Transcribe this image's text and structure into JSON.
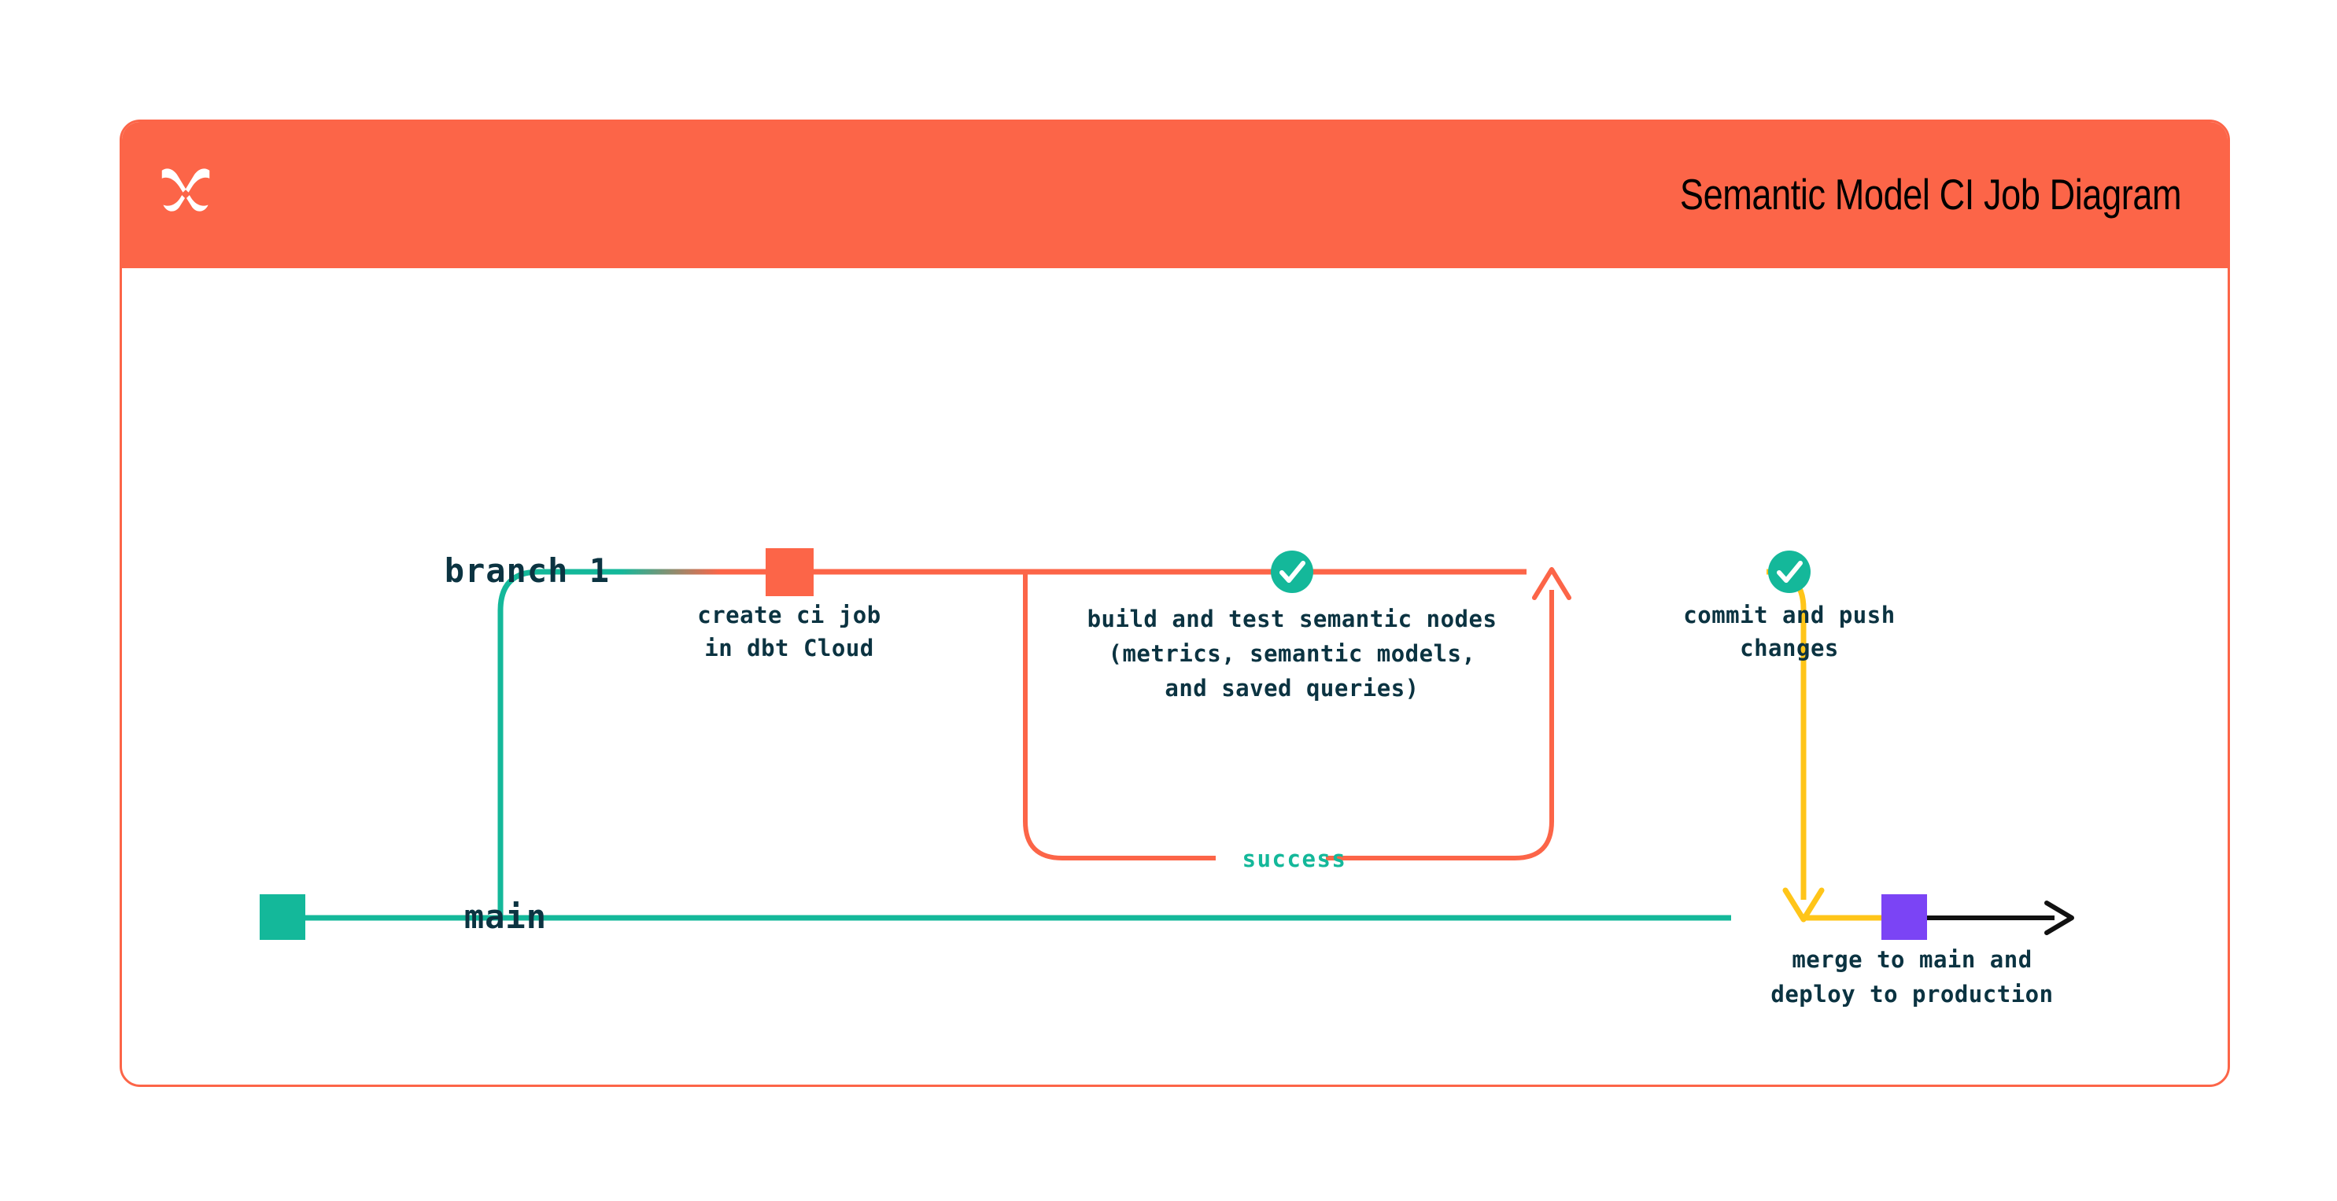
{
  "header": {
    "logo_icon": "dbt-x-logo-icon",
    "title": "Semantic Model CI Job Diagram",
    "background_color": "#FC6548",
    "title_color": "#000000"
  },
  "card": {
    "border_color": "#FC6548",
    "background_color": "#FFFFFF"
  },
  "diagram": {
    "type": "git-branch-flow",
    "lanes": [
      {
        "id": "branch-1",
        "label": "branch 1",
        "lane_color": "#FC6548",
        "label_color": "#0B3341"
      },
      {
        "id": "main",
        "label": "main",
        "lane_color": "#14B89A",
        "label_color": "#0B3341"
      }
    ],
    "nodes": [
      {
        "id": "create-ci-job",
        "lane": "branch-1",
        "marker": "square",
        "marker_color": "#FC6548",
        "label_lines": [
          "create ci job",
          "in dbt Cloud"
        ]
      },
      {
        "id": "build-and-test",
        "lane": "branch-1",
        "marker": "check-circle",
        "marker_color": "#14B89A",
        "marker_icon": "check-icon",
        "label_lines": [
          "build and test semantic nodes",
          "(metrics, semantic models,",
          "and saved queries)"
        ]
      },
      {
        "id": "commit-and-push",
        "lane": "branch-1",
        "marker": "check-circle",
        "marker_color": "#14B89A",
        "marker_icon": "check-icon",
        "label_lines": [
          "commit and push",
          "changes"
        ]
      },
      {
        "id": "merge-to-main",
        "lane": "main",
        "marker": "square",
        "marker_color": "#7B44F5",
        "label_lines": [
          "merge to main and",
          "deploy to production"
        ]
      }
    ],
    "edges": [
      {
        "id": "retry-loop",
        "from": "build-and-test",
        "to": "build-and-test",
        "label": "success",
        "label_color": "#14B89A",
        "stroke_color": "#FC6548",
        "arrow": "up"
      },
      {
        "id": "merge-edge",
        "from": "commit-and-push",
        "to": "merge-to-main",
        "stroke_color": "#FFC519",
        "arrow": "down"
      },
      {
        "id": "main-continues",
        "from": "merge-to-main",
        "to": null,
        "stroke_color": "#111111",
        "arrow": "right"
      }
    ],
    "colors": {
      "orange": "#FC6548",
      "teal": "#14B89A",
      "green": "#14B89A",
      "yellow": "#FFC519",
      "purple": "#7B44F5",
      "navy": "#0B3341",
      "black": "#111111"
    }
  }
}
